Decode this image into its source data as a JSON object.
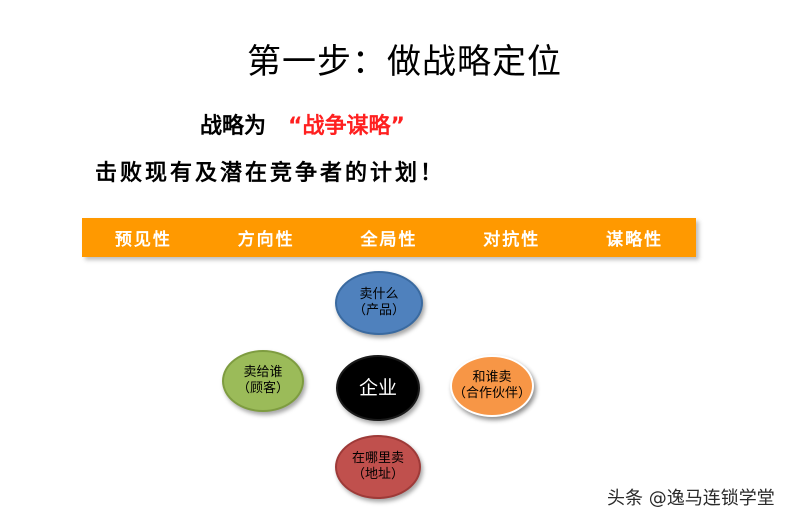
{
  "slide": {
    "title": "第一步：做战略定位",
    "line1_prefix": "战略为",
    "line1_accent": "“战争谋略”",
    "line2": "击败现有及潜在竞争者的计划！",
    "bar_items": [
      "预见性",
      "方向性",
      "全局性",
      "对抗性",
      "谋略性"
    ]
  },
  "nodes": {
    "top": {
      "line1": "卖什么",
      "line2": "（产品）"
    },
    "left": {
      "line1": "卖给谁",
      "line2": "（顾客）"
    },
    "center": {
      "label": "企业"
    },
    "right": {
      "line1": "和谁卖",
      "line2": "（合作伙伴）"
    },
    "bottom": {
      "line1": "在哪里卖",
      "line2": "（地址）"
    }
  },
  "watermark": "头条 @逸马连锁学堂",
  "colors": {
    "bar": "#ff9900",
    "accent": "#ff2020",
    "node_top": "#4f81bd",
    "node_left": "#9bbb59",
    "node_center": "#000000",
    "node_right": "#f79646",
    "node_bottom": "#c0504d"
  }
}
